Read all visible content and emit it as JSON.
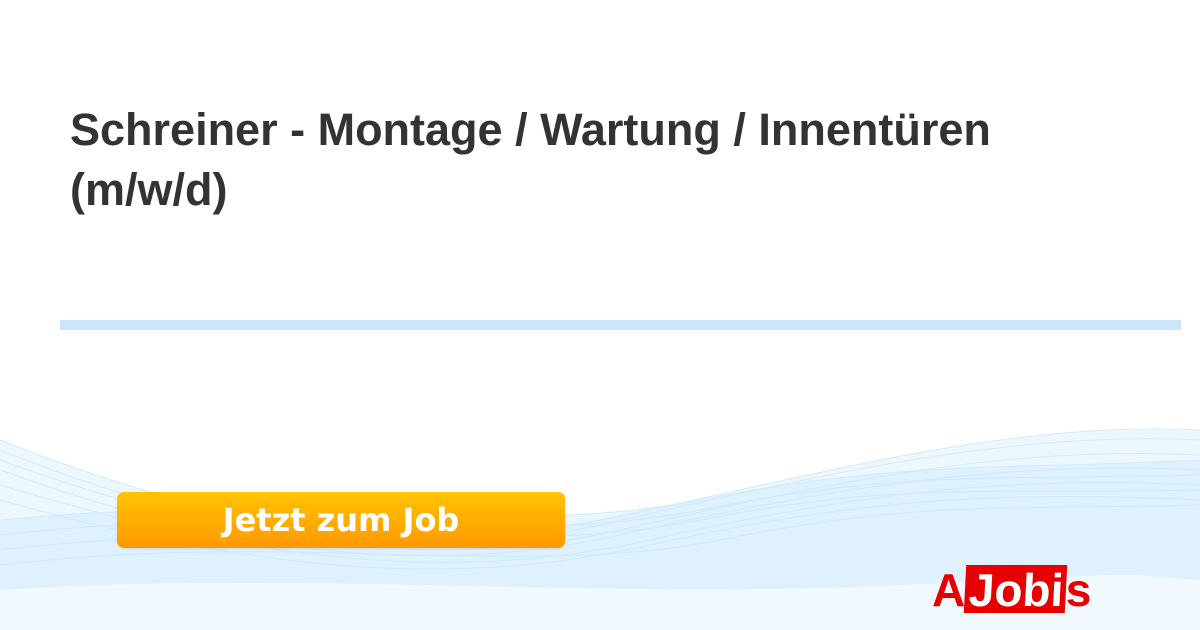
{
  "job": {
    "title": "Schreiner - Montage / Wartung / Innentüren (m/w/d)"
  },
  "cta": {
    "label": "Jetzt zum Job"
  },
  "logo": {
    "text": "AJobis",
    "part_a": "A",
    "part_box": "Jobi",
    "part_s": "s"
  },
  "colors": {
    "title": "#333333",
    "divider": "#cce5fc",
    "button_top": "#ffc400",
    "button_bottom": "#ff9800",
    "logo_red": "#e60000",
    "wave_blue": "#7cc4f0"
  }
}
